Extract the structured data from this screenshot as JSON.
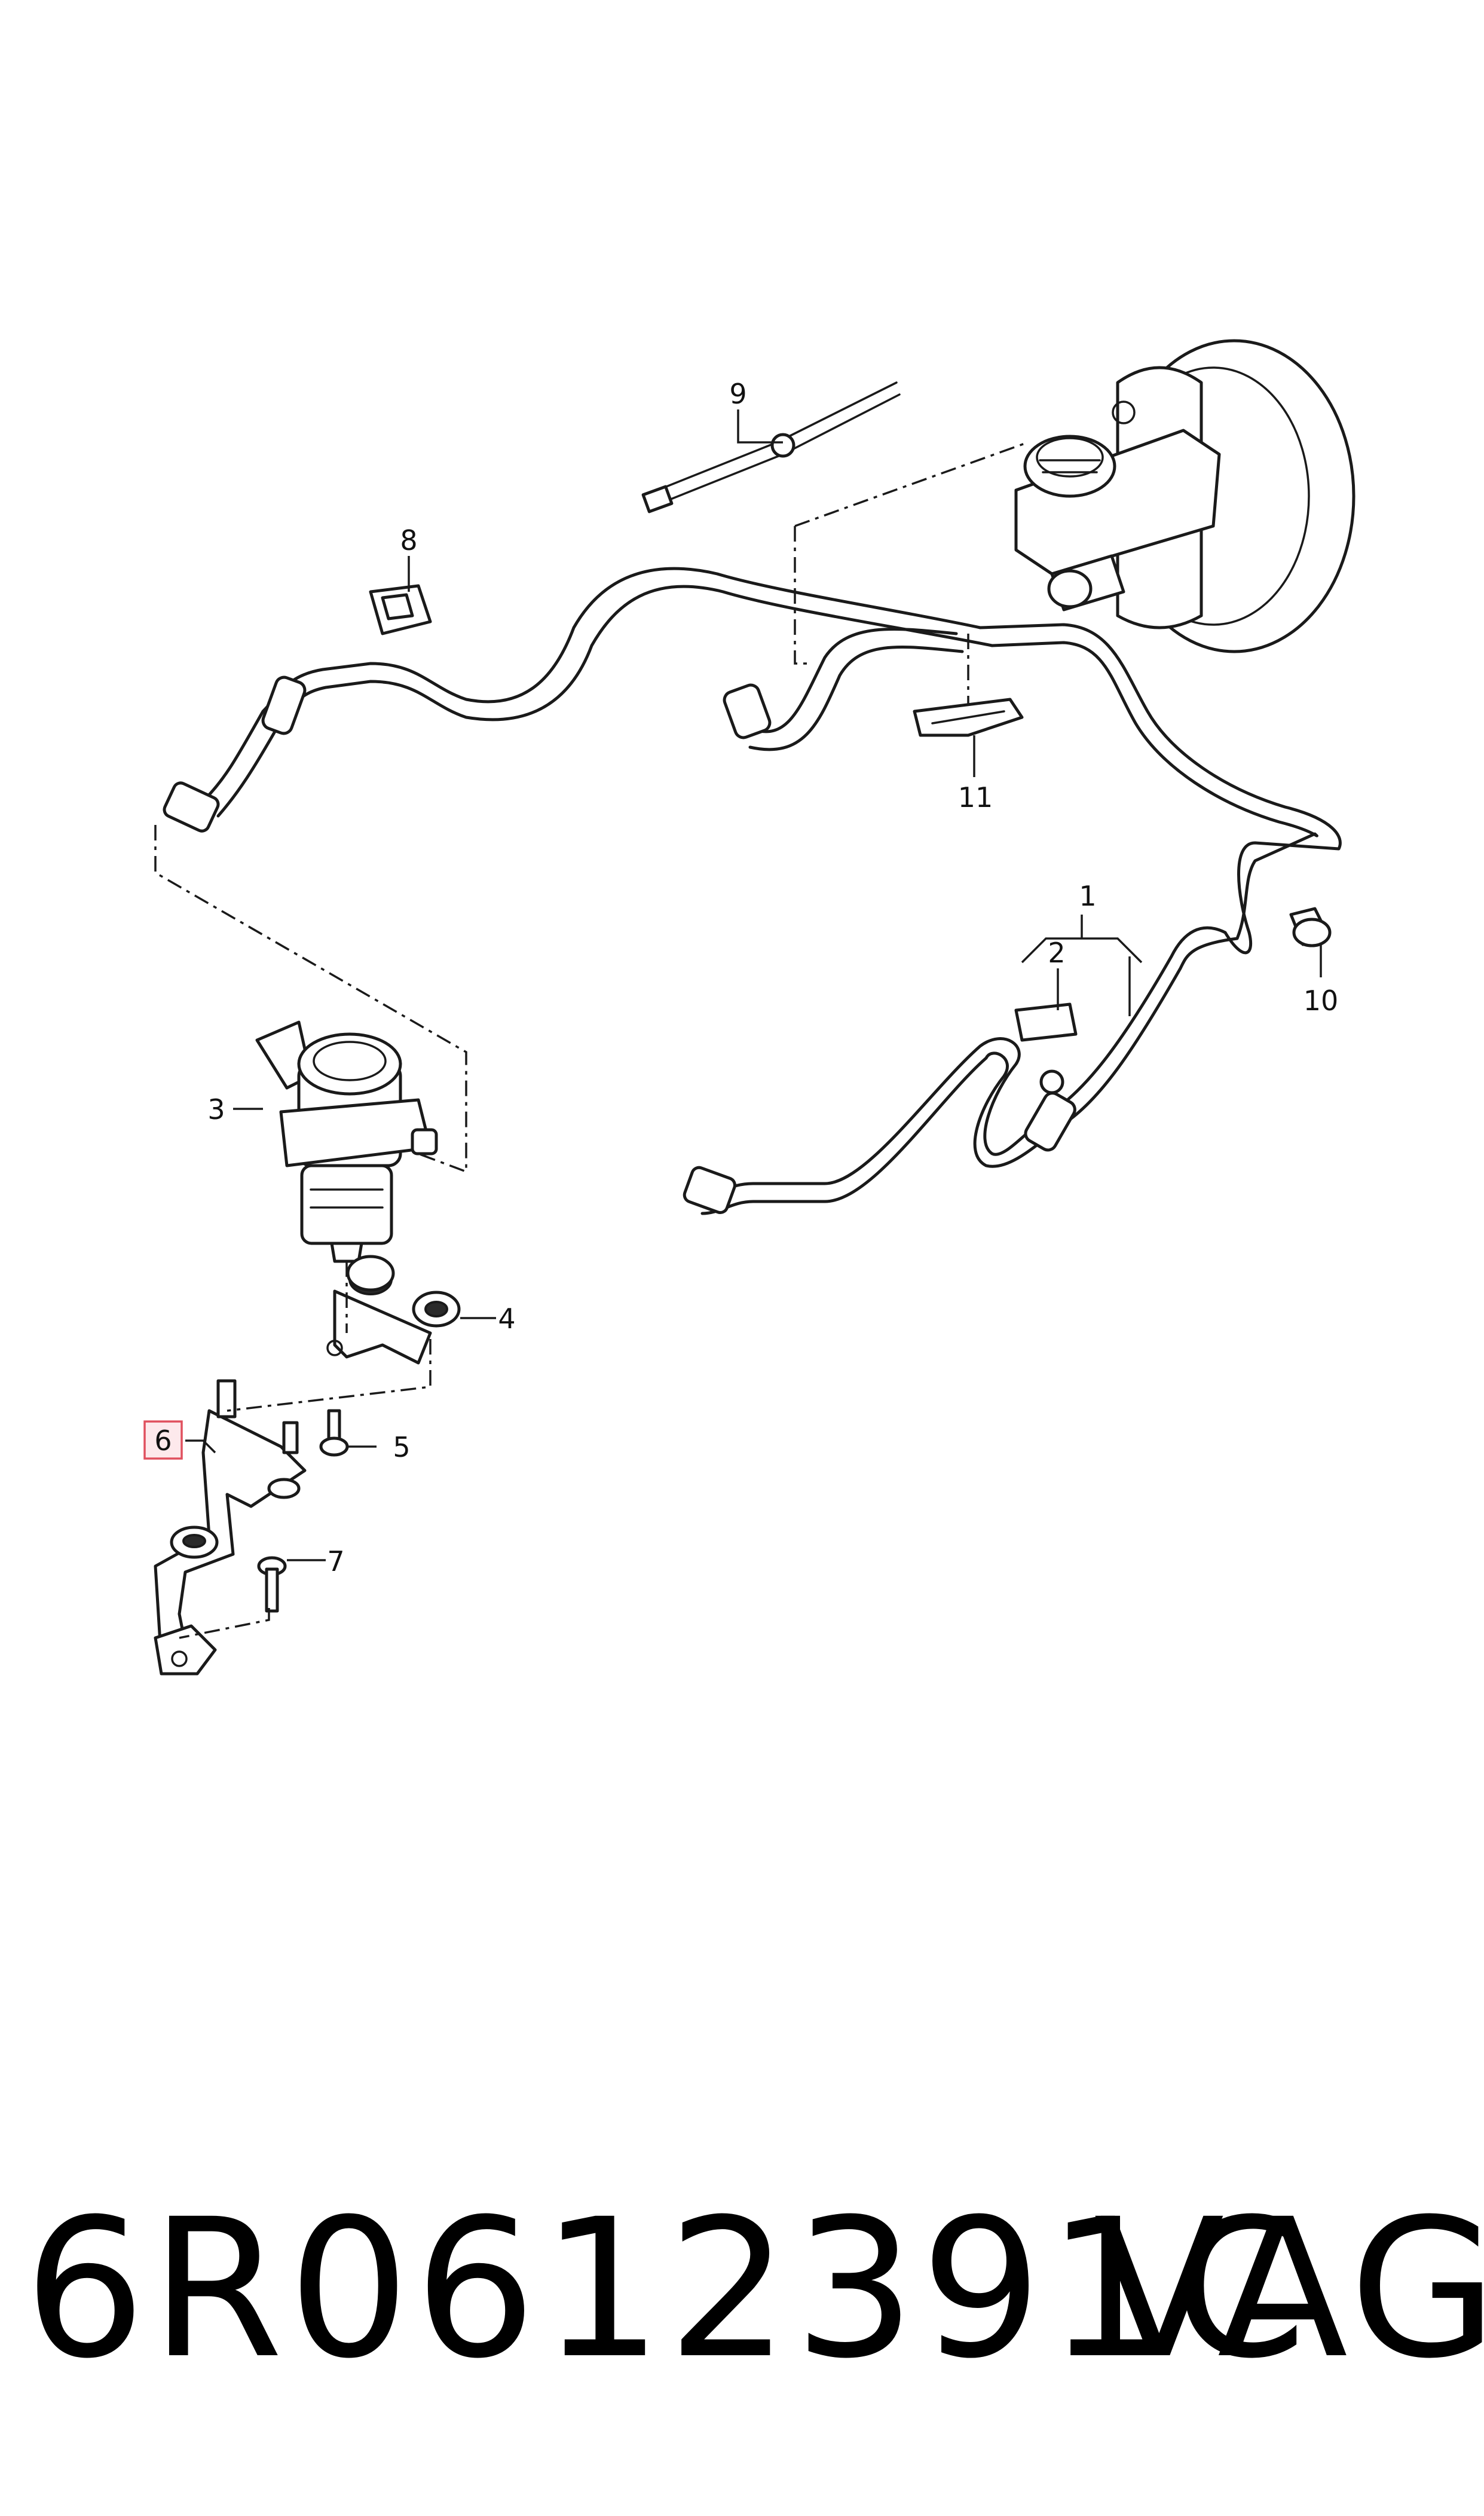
{
  "callouts": {
    "c1": "1",
    "c2": "2",
    "c3": "3",
    "c4": "4",
    "c5": "5",
    "c6": "6",
    "c7": "7",
    "c8": "8",
    "c9": "9",
    "c10": "10",
    "c11": "11"
  },
  "highlighted_callout": "6",
  "highlight_color": "#e0505e",
  "footer": {
    "part_number": "6R0612391C",
    "brand": "VAG"
  }
}
